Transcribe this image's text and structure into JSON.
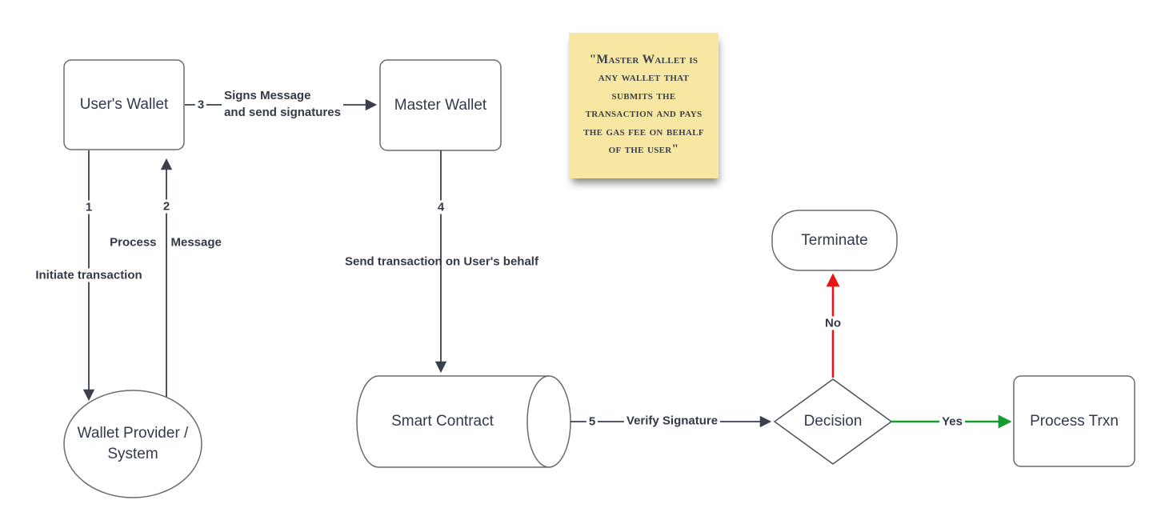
{
  "diagram": {
    "title": "Wallet transaction signing flowchart",
    "colors": {
      "background": "#ffffff",
      "node_border": "#686c72",
      "node_text": "#323b4d",
      "edge": "#39404c",
      "edge_label_text": "#333a46",
      "no_edge_red": "#e81515",
      "yes_edge_green": "#169c2d",
      "note_background": "#f8e7a3",
      "note_text": "#3a414b"
    },
    "nodes": {
      "users_wallet": {
        "label": "User's Wallet",
        "shape": "rounded-rectangle"
      },
      "master_wallet": {
        "label": "Master Wallet",
        "shape": "rounded-rectangle"
      },
      "wallet_provider": {
        "label": "Wallet Provider / System",
        "shape": "ellipse"
      },
      "smart_contract": {
        "label": "Smart Contract",
        "shape": "cylinder"
      },
      "decision": {
        "label": "Decision",
        "shape": "diamond"
      },
      "terminate": {
        "label": "Terminate",
        "shape": "stadium"
      },
      "process_trxn": {
        "label": "Process Trxn",
        "shape": "rounded-rectangle"
      }
    },
    "edges": {
      "e1": {
        "num": "1",
        "label": "Initiate transaction",
        "from": "users_wallet",
        "to": "wallet_provider"
      },
      "e2": {
        "num": "2",
        "label": "Process Message",
        "label_parts": {
          "left": "Process",
          "right": "Message"
        },
        "from": "wallet_provider",
        "to": "users_wallet"
      },
      "e3": {
        "num": "3",
        "label": "Signs Message and send signatures",
        "label_lines": {
          "line1": "Signs Message",
          "line2": "and send signatures"
        },
        "from": "users_wallet",
        "to": "master_wallet"
      },
      "e4": {
        "num": "4",
        "label": "Send transaction on User's behalf",
        "from": "master_wallet",
        "to": "smart_contract"
      },
      "e5": {
        "num": "5",
        "label": "Verify Signature",
        "from": "smart_contract",
        "to": "decision"
      },
      "no_branch": {
        "label": "No",
        "from": "decision",
        "to": "terminate",
        "color": "#e81515"
      },
      "yes_branch": {
        "label": "Yes",
        "from": "decision",
        "to": "process_trxn",
        "color": "#169c2d"
      }
    },
    "note": {
      "text": "\"Master Wallet is any wallet that submits the transaction and pays the gas fee on behalf of the user\"",
      "lines": {
        "l1": "\"Master Wallet is",
        "l2": "any wallet that",
        "l3": "submits the",
        "l4": "transaction and pays",
        "l5": "the gas fee on behalf",
        "l6": "of the user\""
      }
    }
  }
}
